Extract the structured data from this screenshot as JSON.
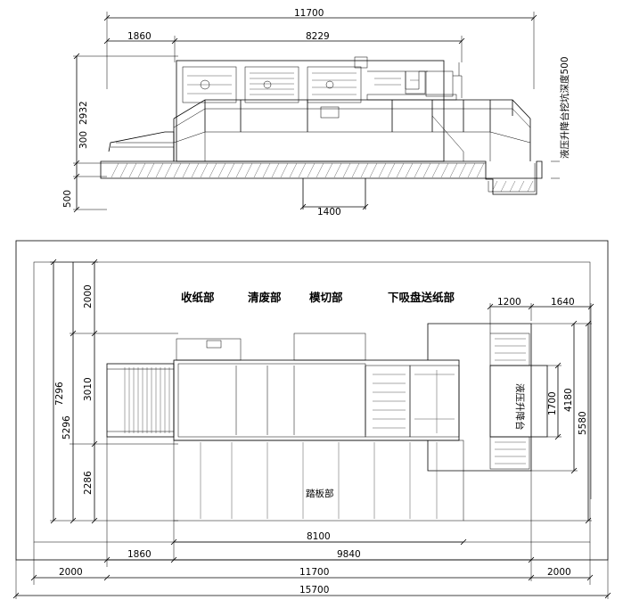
{
  "side_view": {
    "dims": {
      "total_length": "11700",
      "feeder_offset": "1860",
      "machine_length": "8229",
      "height": "2932",
      "platform_height": "300",
      "pit_depth": "500",
      "pit_width": "1400"
    },
    "pit_note": "液压升降台挖坑深度500"
  },
  "plan_view": {
    "sections": {
      "delivery": "收纸部",
      "stripping": "清废部",
      "die_cutting": "模切部",
      "feeder": "下吸盘送纸部",
      "operation": "踏板部",
      "lift_table": "液压升降台"
    },
    "dims": {
      "room_depth": "7296",
      "upper_clearance": "2000",
      "depth_inner": "5296",
      "machine_width": "3010",
      "lower_clearance": "2286",
      "lift_offset": "1200",
      "lift_length": "1640",
      "lift_width": "1700",
      "lift_area_width": "4180",
      "total_depth_right": "5580",
      "walkway_length": "8100",
      "delivery_offset": "1860",
      "machine_length": "9840",
      "left_clearance": "2000",
      "total_length": "11700",
      "right_clearance": "2000",
      "room_length": "15700"
    }
  }
}
